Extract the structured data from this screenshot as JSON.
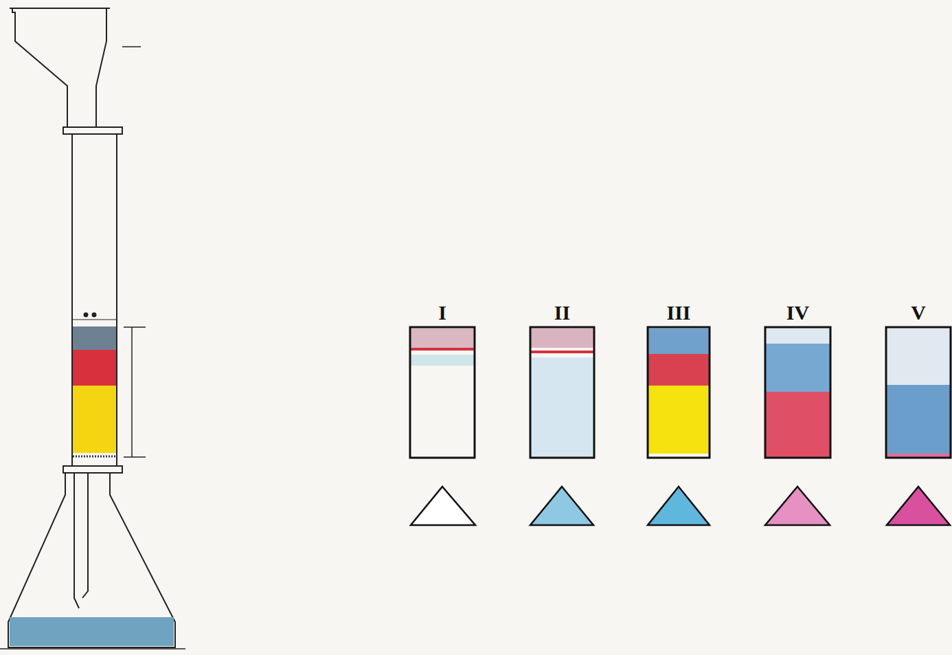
{
  "diagram": {
    "nodes": [
      {
        "text": [
          "I"
        ]
      },
      {
        "text": [
          "II"
        ]
      },
      {
        "text": [
          "III"
        ]
      },
      {
        "text": [
          "IV"
        ]
      },
      {
        "text": [
          "V"
        ]
      }
    ]
  }
}
